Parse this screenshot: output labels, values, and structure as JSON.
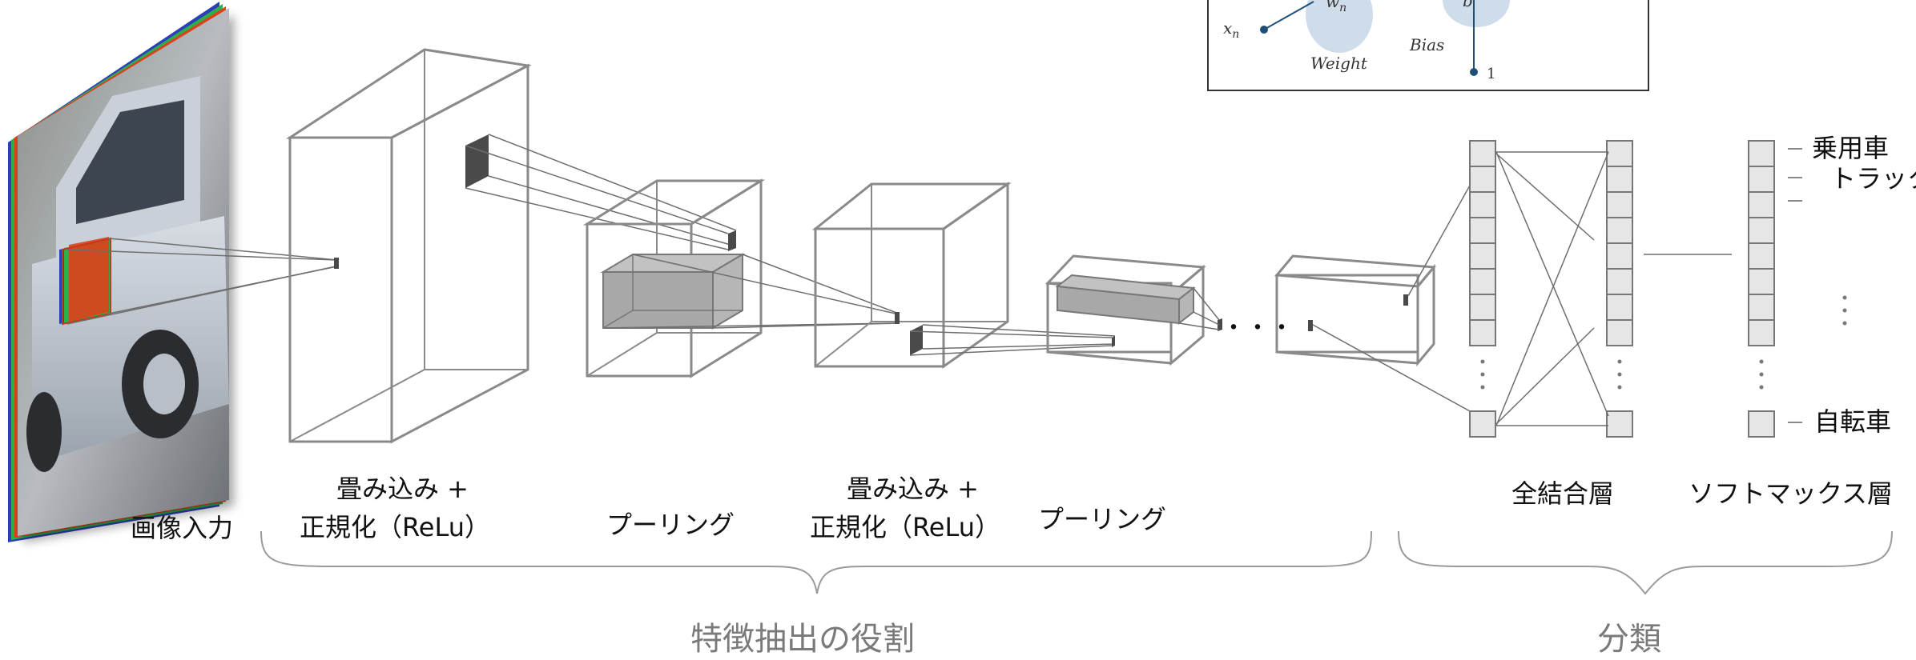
{
  "colors": {
    "box_stroke": "#8a8a8a",
    "line": "#6e6e6e",
    "dark_patch": "#4a4a4a",
    "inner_fill": "#a8a8a8",
    "neuron_fill": "#e6e6e6",
    "neuron_stroke": "#777777",
    "brace": "#9a9a9a",
    "section_text": "#7a7a7a",
    "input_red": "#e0401c",
    "input_green": "#2bb04a",
    "input_blue": "#2d3fb8",
    "inset_node": "#1f4e79",
    "inset_lobe": "#cfdcea"
  },
  "inset": {
    "weight_symbol": "w",
    "weight_sub": "n",
    "input_symbol": "x",
    "input_sub": "n",
    "bias_symbol": "b",
    "weight_label": "Weight",
    "bias_label": "Bias",
    "bias_input": "1"
  },
  "input_image_icon": "photo-of-silver-car",
  "stages": {
    "input": "画像入力",
    "conv1_line1": "畳み込み +",
    "conv1_line2": "正規化（ReLu）",
    "pool1": "プーリング",
    "conv2_line1": "畳み込み +",
    "conv2_line2": "正規化（ReLu）",
    "pool2": "プーリング",
    "fc": "全結合層",
    "softmax": "ソフトマックス層"
  },
  "outputs": {
    "class1": "乗用車",
    "class2": "トラック",
    "class3": "自転車"
  },
  "continuation": "・・・",
  "sections": {
    "feature_extraction": "特徴抽出の役割",
    "classification": "分類"
  }
}
